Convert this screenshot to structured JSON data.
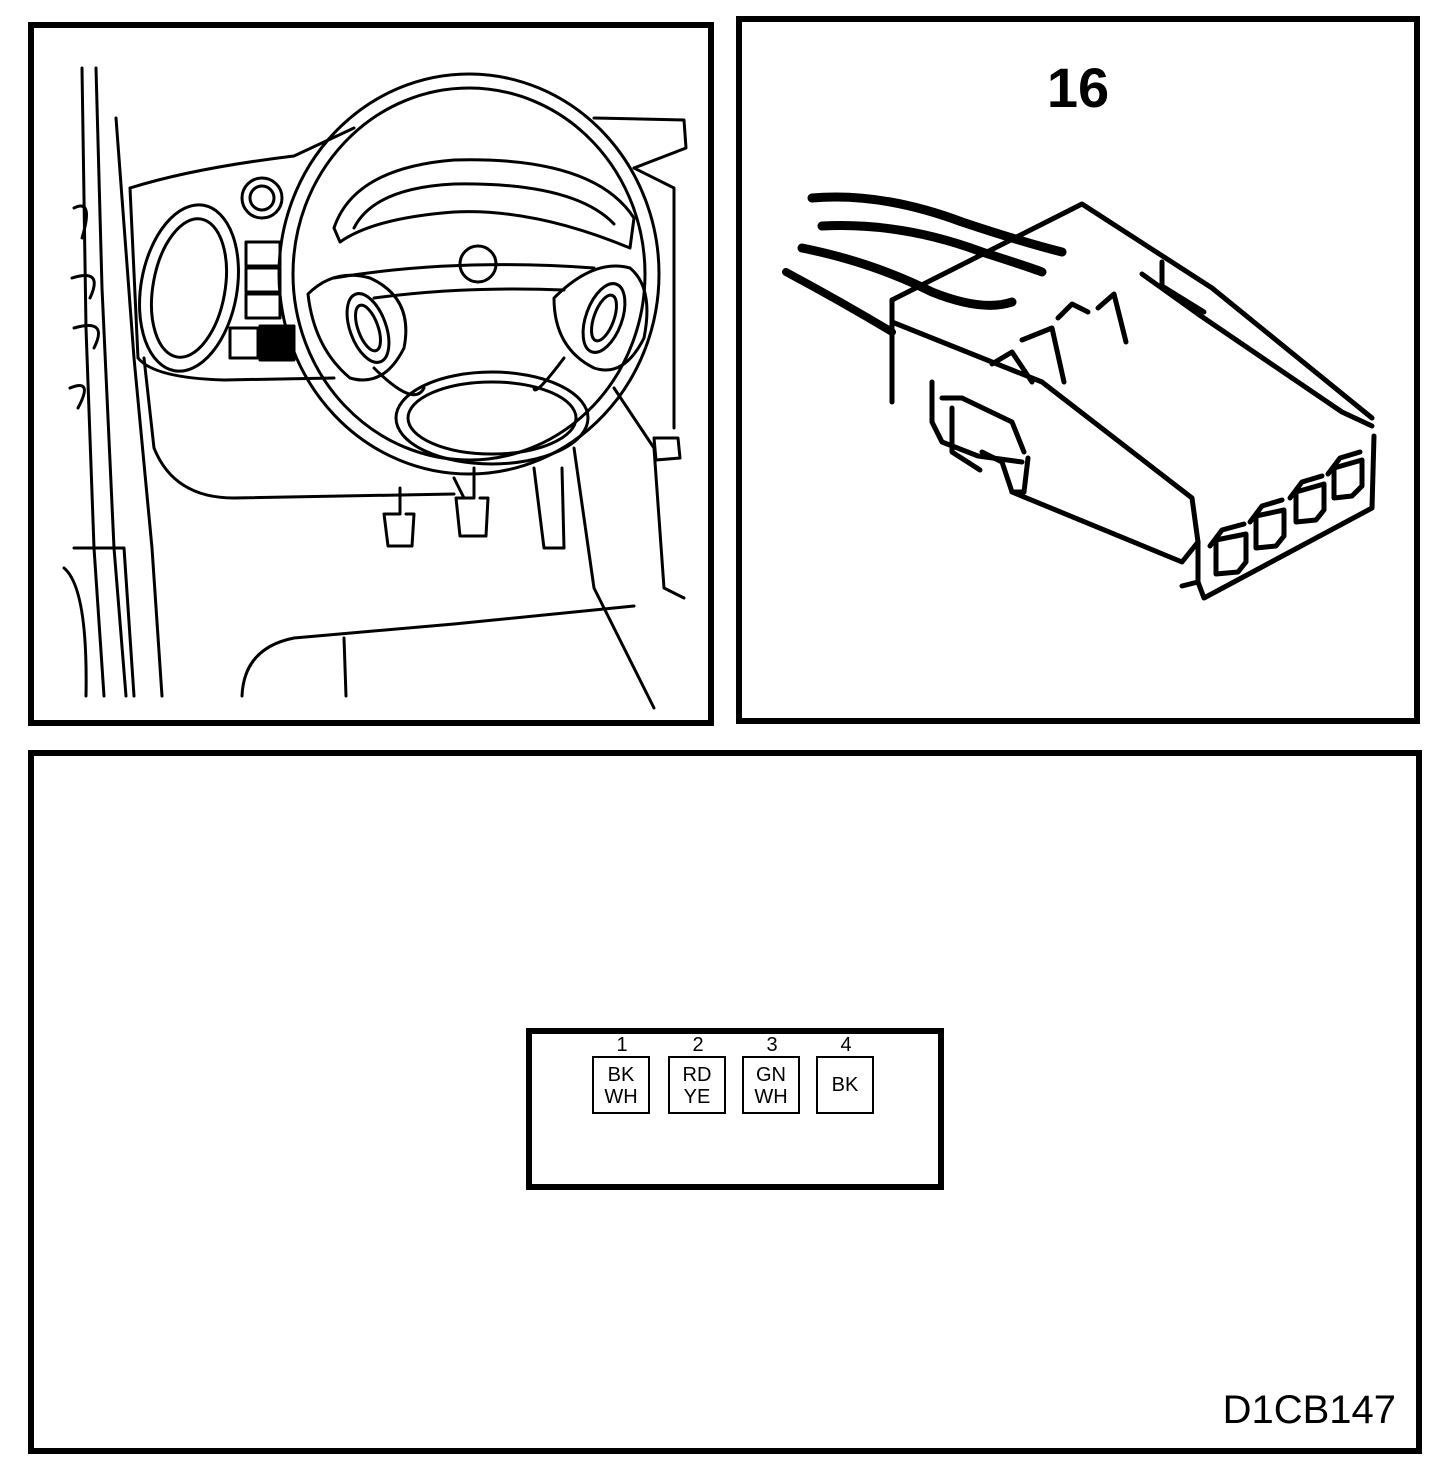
{
  "connector": {
    "number": "16"
  },
  "pinout": {
    "pins": [
      {
        "number": "1",
        "colors": [
          "BK",
          "WH"
        ]
      },
      {
        "number": "2",
        "colors": [
          "RD",
          "YE"
        ]
      },
      {
        "number": "3",
        "colors": [
          "GN",
          "WH"
        ]
      },
      {
        "number": "4",
        "colors": [
          "BK"
        ]
      }
    ]
  },
  "drawing_code": "D1CB147"
}
